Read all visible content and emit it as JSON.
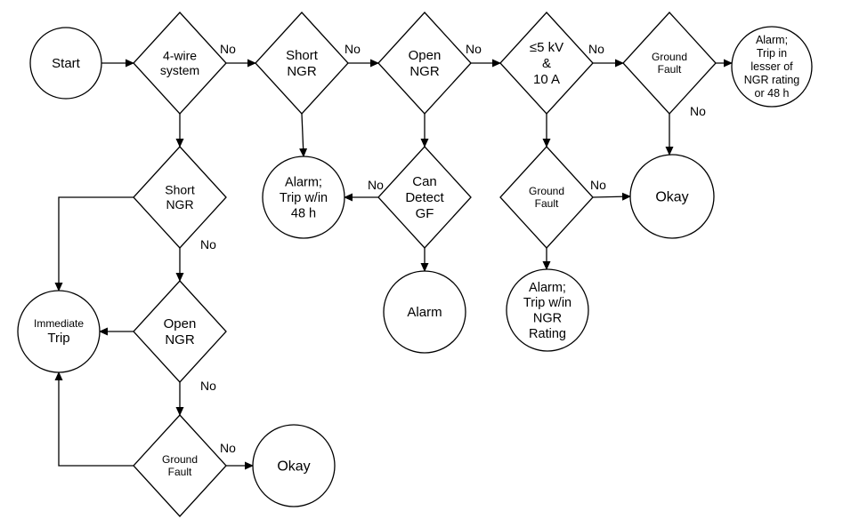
{
  "nodes": {
    "start": {
      "type": "circle",
      "lines": [
        "Start"
      ]
    },
    "d_4wire": {
      "type": "diamond",
      "lines": [
        "4-wire",
        "system"
      ]
    },
    "d_short_top": {
      "type": "diamond",
      "lines": [
        "Short",
        "NGR"
      ]
    },
    "d_open_top": {
      "type": "diamond",
      "lines": [
        "Open",
        "NGR"
      ]
    },
    "d_5kv": {
      "type": "diamond",
      "lines": [
        "≤5 kV",
        "&",
        "10 A"
      ]
    },
    "d_gf_top": {
      "type": "diamond",
      "lines": [
        "Ground",
        "Fault"
      ]
    },
    "c_alarm_trip_lesser": {
      "type": "circle",
      "lines": [
        "Alarm;",
        "Trip in",
        "lesser of",
        "NGR rating",
        "or 48 h"
      ]
    },
    "c_okay_right": {
      "type": "circle",
      "lines": [
        "Okay"
      ]
    },
    "d_gf_mid": {
      "type": "diamond",
      "lines": [
        "Ground",
        "Fault"
      ]
    },
    "c_alarm_trip_ngr": {
      "type": "circle",
      "lines": [
        "Alarm;",
        "Trip w/in",
        "NGR",
        "Rating"
      ]
    },
    "d_can_detect": {
      "type": "diamond",
      "lines": [
        "Can",
        "Detect",
        "GF"
      ]
    },
    "c_alarm_trip_48": {
      "type": "circle",
      "lines": [
        "Alarm;",
        "Trip w/in",
        "48 h"
      ]
    },
    "c_alarm": {
      "type": "circle",
      "lines": [
        "Alarm"
      ]
    },
    "d_short_left": {
      "type": "diamond",
      "lines": [
        "Short",
        "NGR"
      ]
    },
    "d_open_left": {
      "type": "diamond",
      "lines": [
        "Open",
        "NGR"
      ]
    },
    "d_gf_left": {
      "type": "diamond",
      "lines": [
        "Ground",
        "Fault"
      ]
    },
    "c_immediate_trip": {
      "type": "circle",
      "lines": [
        "Immediate",
        "Trip"
      ]
    },
    "c_okay_bottom": {
      "type": "circle",
      "lines": [
        "Okay"
      ]
    }
  },
  "edges": [
    {
      "id": "e1",
      "from": "start",
      "to": "d_4wire",
      "label": ""
    },
    {
      "id": "e2",
      "from": "d_4wire",
      "to": "d_short_top",
      "label": "No"
    },
    {
      "id": "e3",
      "from": "d_short_top",
      "to": "d_open_top",
      "label": "No"
    },
    {
      "id": "e4",
      "from": "d_open_top",
      "to": "d_5kv",
      "label": "No"
    },
    {
      "id": "e5",
      "from": "d_5kv",
      "to": "d_gf_top",
      "label": "No"
    },
    {
      "id": "e6",
      "from": "d_gf_top",
      "to": "c_alarm_trip_lesser",
      "label": ""
    },
    {
      "id": "e7",
      "from": "d_gf_top",
      "to": "c_okay_right",
      "label": "No"
    },
    {
      "id": "e8",
      "from": "d_5kv",
      "to": "d_gf_mid",
      "label": ""
    },
    {
      "id": "e9",
      "from": "d_gf_mid",
      "to": "c_okay_right",
      "label": "No"
    },
    {
      "id": "e10",
      "from": "d_gf_mid",
      "to": "c_alarm_trip_ngr",
      "label": ""
    },
    {
      "id": "e11",
      "from": "d_open_top",
      "to": "d_can_detect",
      "label": ""
    },
    {
      "id": "e12",
      "from": "d_can_detect",
      "to": "c_alarm_trip_48",
      "label": "No"
    },
    {
      "id": "e13",
      "from": "d_can_detect",
      "to": "c_alarm",
      "label": ""
    },
    {
      "id": "e14",
      "from": "d_short_top",
      "to": "c_alarm_trip_48",
      "label": ""
    },
    {
      "id": "e15",
      "from": "d_4wire",
      "to": "d_short_left",
      "label": ""
    },
    {
      "id": "e16",
      "from": "d_short_left",
      "to": "c_immediate_trip",
      "label": ""
    },
    {
      "id": "e17",
      "from": "d_short_left",
      "to": "d_open_left",
      "label": "No"
    },
    {
      "id": "e18",
      "from": "d_open_left",
      "to": "c_immediate_trip",
      "label": ""
    },
    {
      "id": "e19",
      "from": "d_open_left",
      "to": "d_gf_left",
      "label": "No"
    },
    {
      "id": "e20",
      "from": "d_gf_left",
      "to": "c_immediate_trip",
      "label": ""
    },
    {
      "id": "e21",
      "from": "d_gf_left",
      "to": "c_okay_bottom",
      "label": "No"
    }
  ]
}
